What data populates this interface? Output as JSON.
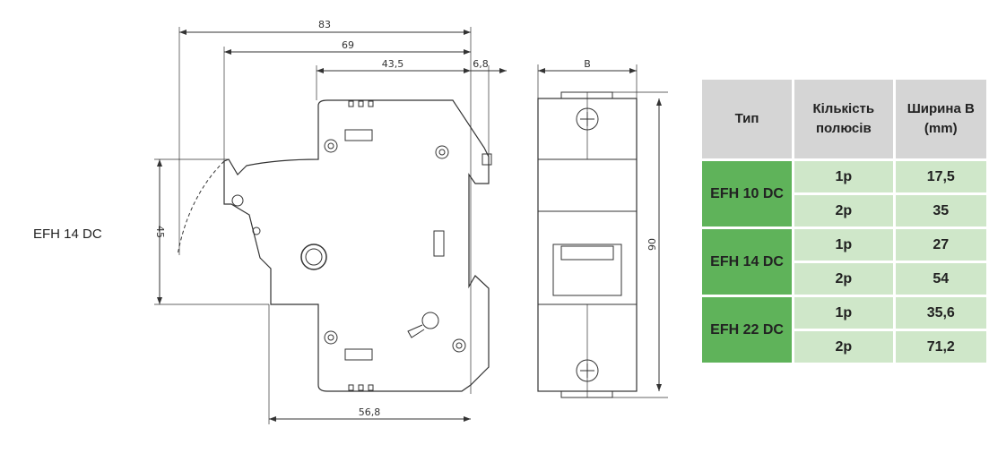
{
  "product_label": "EFH 14 DC",
  "dimensions": {
    "overall_length": "83",
    "length_to_lever": "69",
    "top_width": "43,5",
    "clip_offset": "6,8",
    "lever_height": "45",
    "base_length": "56,8",
    "width_B": "B",
    "height": "90"
  },
  "colors": {
    "header": "#d5d5d5",
    "type_cell": "#5fb35a",
    "value_cell": "#cfe7c9"
  },
  "table": {
    "headers": [
      "Тип",
      "Кількість полюсів",
      "Ширина B (mm)"
    ],
    "groups": [
      {
        "type": "EFH 10 DC",
        "rows": [
          {
            "poles": "1p",
            "width": "17,5"
          },
          {
            "poles": "2p",
            "width": "35"
          }
        ]
      },
      {
        "type": "EFH 14 DC",
        "rows": [
          {
            "poles": "1p",
            "width": "27"
          },
          {
            "poles": "2p",
            "width": "54"
          }
        ]
      },
      {
        "type": "EFH 22 DC",
        "rows": [
          {
            "poles": "1p",
            "width": "35,6"
          },
          {
            "poles": "2p",
            "width": "71,2"
          }
        ]
      }
    ]
  }
}
